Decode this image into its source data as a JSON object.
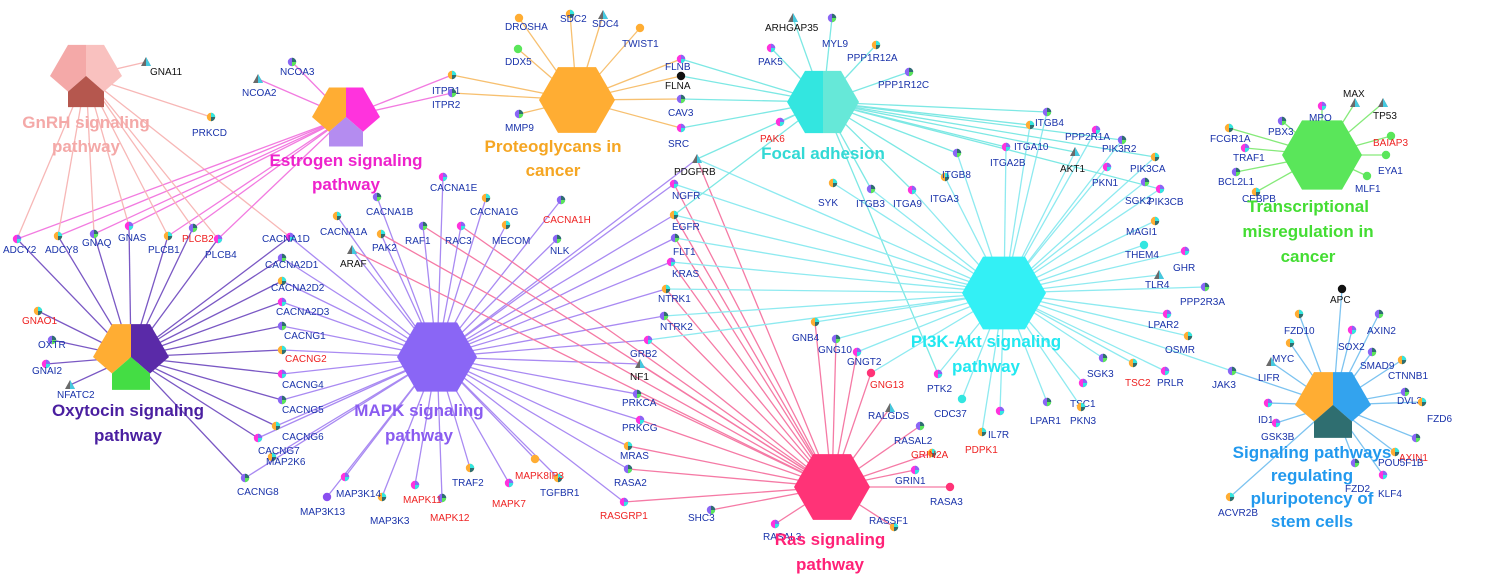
{
  "colors": {
    "gnrh": "#f4a9a8",
    "estrogen": "#ff33dd",
    "proteoglycans": "#ffad33",
    "focal": "#33e6e0",
    "pi3k": "#33f0f5",
    "mapk": "#8a66f5",
    "oxytocin": "#5a2aa8",
    "ras": "#ff3377",
    "transcriptional": "#5ae65a",
    "pluripotency": "#33a3ee",
    "gene_blue": "#1a33aa",
    "gene_red": "#ee2222",
    "gene_black": "#111111"
  },
  "pathways": [
    {
      "id": "gnrh",
      "lines": [
        "GnRH signaling",
        "pathway"
      ],
      "color": "#f4a9a8",
      "edge": "#f7b7b6",
      "slices": [
        "#f4a9a8",
        "#f9c1bf",
        "#b5574e"
      ]
    },
    {
      "id": "estrogen",
      "lines": [
        "Estrogen signaling",
        "pathway"
      ],
      "color": "#ee22cc",
      "edge": "#f27be0",
      "slices": [
        "#ffad33",
        "#ff33dd",
        "#b48cf0"
      ]
    },
    {
      "id": "proteoglycans",
      "lines": [
        "Proteoglycans in",
        "cancer"
      ],
      "color": "#f5a623",
      "edge": "#f7c070",
      "slices": [
        "#ffad33"
      ]
    },
    {
      "id": "focal",
      "lines": [
        "Focal adhesion"
      ],
      "color": "#33d9d5",
      "edge": "#7de8e4",
      "slices": [
        "#33e6e0",
        "#66e8d8"
      ]
    },
    {
      "id": "transcriptional",
      "lines": [
        "Transcriptional",
        "misregulation in",
        "cancer"
      ],
      "color": "#44dd33",
      "edge": "#86ea7a",
      "slices": [
        "#5ae65a"
      ]
    },
    {
      "id": "oxytocin",
      "lines": [
        "Oxytocin signaling",
        "pathway"
      ],
      "color": "#4a1fa0",
      "edge": "#7a58c4",
      "slices": [
        "#ffad33",
        "#5a2aa8",
        "#44dd44"
      ]
    },
    {
      "id": "mapk",
      "lines": [
        "MAPK signaling",
        "pathway"
      ],
      "color": "#8a5cf0",
      "edge": "#a98af2",
      "slices": [
        "#8a66f5"
      ]
    },
    {
      "id": "pi3k",
      "lines": [
        "PI3K-Akt signaling",
        "pathway"
      ],
      "color": "#22e8f0",
      "edge": "#8eeaf0",
      "slices": [
        "#33f0f5"
      ]
    },
    {
      "id": "ras",
      "lines": [
        "Ras signaling",
        "pathway"
      ],
      "color": "#ff2277",
      "edge": "#f57aa5",
      "slices": [
        "#ff3377"
      ]
    },
    {
      "id": "pluripotency",
      "lines": [
        "Signaling pathways",
        "regulating",
        "pluripotency of",
        "stem cells"
      ],
      "color": "#2299ee",
      "edge": "#7cc3f0",
      "slices": [
        "#ffad33",
        "#33a3ee",
        "#2f6e70"
      ]
    }
  ],
  "genes": [
    {
      "name": "GNA11",
      "c": "k",
      "p": [
        "gnrh"
      ]
    },
    {
      "name": "PRKCD",
      "c": "b",
      "p": [
        "gnrh"
      ]
    },
    {
      "name": "NCOA3",
      "c": "b",
      "p": [
        "estrogen"
      ]
    },
    {
      "name": "NCOA2",
      "c": "b",
      "p": [
        "estrogen"
      ]
    },
    {
      "name": "ITPR1",
      "c": "b",
      "p": [
        "estrogen",
        "proteoglycans"
      ]
    },
    {
      "name": "ITPR2",
      "c": "b",
      "p": [
        "estrogen",
        "proteoglycans"
      ]
    },
    {
      "name": "DROSHA",
      "c": "b",
      "p": [
        "proteoglycans"
      ]
    },
    {
      "name": "SDC2",
      "c": "b",
      "p": [
        "proteoglycans"
      ]
    },
    {
      "name": "SDC4",
      "c": "b",
      "p": [
        "proteoglycans"
      ]
    },
    {
      "name": "TWIST1",
      "c": "b",
      "p": [
        "proteoglycans"
      ]
    },
    {
      "name": "DDX5",
      "c": "b",
      "p": [
        "proteoglycans"
      ]
    },
    {
      "name": "MMP9",
      "c": "b",
      "p": [
        "proteoglycans"
      ]
    },
    {
      "name": "FLNB",
      "c": "b",
      "p": [
        "proteoglycans",
        "focal"
      ]
    },
    {
      "name": "FLNA",
      "c": "k",
      "p": [
        "proteoglycans",
        "focal"
      ]
    },
    {
      "name": "CAV3",
      "c": "b",
      "p": [
        "proteoglycans",
        "focal"
      ]
    },
    {
      "name": "SRC",
      "c": "b",
      "p": [
        "proteoglycans",
        "focal"
      ]
    },
    {
      "name": "ARHGAP35",
      "c": "k",
      "p": [
        "focal"
      ]
    },
    {
      "name": "MYL9",
      "c": "b",
      "p": [
        "focal"
      ]
    },
    {
      "name": "PAK5",
      "c": "b",
      "p": [
        "focal"
      ]
    },
    {
      "name": "PPP1R12A",
      "c": "b",
      "p": [
        "focal"
      ]
    },
    {
      "name": "PPP1R12C",
      "c": "b",
      "p": [
        "focal"
      ]
    },
    {
      "name": "PAK6",
      "c": "r",
      "p": [
        "focal"
      ]
    },
    {
      "name": "SYK",
      "c": "b",
      "p": [
        "pi3k"
      ]
    },
    {
      "name": "ITGB3",
      "c": "b",
      "p": [
        "focal",
        "pi3k"
      ]
    },
    {
      "name": "ITGA9",
      "c": "b",
      "p": [
        "focal",
        "pi3k"
      ]
    },
    {
      "name": "ITGA3",
      "c": "b",
      "p": [
        "focal",
        "pi3k"
      ]
    },
    {
      "name": "ITGB8",
      "c": "b",
      "p": [
        "focal",
        "pi3k"
      ]
    },
    {
      "name": "ITGA2B",
      "c": "b",
      "p": [
        "focal",
        "pi3k"
      ]
    },
    {
      "name": "ITGA10",
      "c": "b",
      "p": [
        "focal",
        "pi3k"
      ]
    },
    {
      "name": "ITGB4",
      "c": "b",
      "p": [
        "focal",
        "pi3k"
      ]
    },
    {
      "name": "PPP2R1A",
      "c": "b",
      "p": [
        "pi3k"
      ]
    },
    {
      "name": "AKT1",
      "c": "k",
      "p": [
        "focal",
        "pi3k"
      ]
    },
    {
      "name": "PIK3R2",
      "c": "b",
      "p": [
        "focal",
        "pi3k"
      ]
    },
    {
      "name": "PKN1",
      "c": "b",
      "p": [
        "pi3k"
      ]
    },
    {
      "name": "PIK3CA",
      "c": "b",
      "p": [
        "focal",
        "pi3k"
      ]
    },
    {
      "name": "SGK2",
      "c": "b",
      "p": [
        "pi3k"
      ]
    },
    {
      "name": "PIK3CB",
      "c": "b",
      "p": [
        "focal",
        "pi3k"
      ]
    },
    {
      "name": "MAGI1",
      "c": "b",
      "p": [
        "pi3k"
      ]
    },
    {
      "name": "THEM4",
      "c": "b",
      "p": [
        "pi3k"
      ]
    },
    {
      "name": "GHR",
      "c": "b",
      "p": [
        "pi3k"
      ]
    },
    {
      "name": "TLR4",
      "c": "b",
      "p": [
        "pi3k"
      ]
    },
    {
      "name": "PPP2R3A",
      "c": "b",
      "p": [
        "pi3k"
      ]
    },
    {
      "name": "LPAR2",
      "c": "b",
      "p": [
        "pi3k"
      ]
    },
    {
      "name": "OSMR",
      "c": "b",
      "p": [
        "pi3k"
      ]
    },
    {
      "name": "JAK3",
      "c": "b",
      "p": [
        "pi3k",
        "pluripotency"
      ]
    },
    {
      "name": "PRLR",
      "c": "b",
      "p": [
        "pi3k"
      ]
    },
    {
      "name": "TSC2",
      "c": "r",
      "p": [
        "pi3k"
      ]
    },
    {
      "name": "SGK3",
      "c": "b",
      "p": [
        "pi3k"
      ]
    },
    {
      "name": "TSC1",
      "c": "b",
      "p": [
        "pi3k"
      ]
    },
    {
      "name": "PKN3",
      "c": "b",
      "p": [
        "pi3k"
      ]
    },
    {
      "name": "LPAR1",
      "c": "b",
      "p": [
        "pi3k"
      ]
    },
    {
      "name": "IL7R",
      "c": "b",
      "p": [
        "pi3k"
      ]
    },
    {
      "name": "PDPK1",
      "c": "r",
      "p": [
        "pi3k"
      ]
    },
    {
      "name": "CDC37",
      "c": "b",
      "p": [
        "pi3k"
      ]
    },
    {
      "name": "PTK2",
      "c": "b",
      "p": [
        "focal",
        "pi3k"
      ]
    },
    {
      "name": "GNB4",
      "c": "b",
      "p": [
        "pi3k",
        "ras"
      ]
    },
    {
      "name": "GNG10",
      "c": "b",
      "p": [
        "pi3k",
        "ras"
      ]
    },
    {
      "name": "GNGT2",
      "c": "b",
      "p": [
        "pi3k",
        "ras"
      ]
    },
    {
      "name": "GNG13",
      "c": "r",
      "p": [
        "pi3k",
        "ras"
      ]
    },
    {
      "name": "PDGFRB",
      "c": "k",
      "p": [
        "mapk",
        "pi3k",
        "ras",
        "focal"
      ]
    },
    {
      "name": "NGFR",
      "c": "b",
      "p": [
        "mapk",
        "pi3k",
        "ras"
      ]
    },
    {
      "name": "EGFR",
      "c": "b",
      "p": [
        "mapk",
        "pi3k",
        "ras",
        "focal"
      ]
    },
    {
      "name": "FLT1",
      "c": "b",
      "p": [
        "mapk",
        "pi3k",
        "ras"
      ]
    },
    {
      "name": "KRAS",
      "c": "b",
      "p": [
        "mapk",
        "pi3k",
        "ras"
      ]
    },
    {
      "name": "NTRK1",
      "c": "b",
      "p": [
        "mapk",
        "pi3k",
        "ras"
      ]
    },
    {
      "name": "NTRK2",
      "c": "b",
      "p": [
        "mapk",
        "pi3k",
        "ras"
      ]
    },
    {
      "name": "GRB2",
      "c": "b",
      "p": [
        "mapk",
        "pi3k",
        "ras"
      ]
    },
    {
      "name": "NF1",
      "c": "k",
      "p": [
        "mapk",
        "ras"
      ]
    },
    {
      "name": "PRKCA",
      "c": "b",
      "p": [
        "mapk",
        "ras"
      ]
    },
    {
      "name": "PRKCG",
      "c": "b",
      "p": [
        "mapk",
        "ras"
      ]
    },
    {
      "name": "MRAS",
      "c": "b",
      "p": [
        "mapk",
        "ras"
      ]
    },
    {
      "name": "RASA2",
      "c": "b",
      "p": [
        "mapk",
        "ras"
      ]
    },
    {
      "name": "RASGRP1",
      "c": "r",
      "p": [
        "mapk",
        "ras"
      ]
    },
    {
      "name": "TGFBR1",
      "c": "b",
      "p": [
        "mapk"
      ]
    },
    {
      "name": "MAPK8IP3",
      "c": "r",
      "p": [
        "mapk"
      ]
    },
    {
      "name": "MAPK7",
      "c": "r",
      "p": [
        "mapk"
      ]
    },
    {
      "name": "TRAF2",
      "c": "b",
      "p": [
        "mapk"
      ]
    },
    {
      "name": "MAPK12",
      "c": "r",
      "p": [
        "mapk"
      ]
    },
    {
      "name": "MAPK11",
      "c": "r",
      "p": [
        "mapk"
      ]
    },
    {
      "name": "MAP3K3",
      "c": "b",
      "p": [
        "mapk"
      ]
    },
    {
      "name": "MAP3K13",
      "c": "b",
      "p": [
        "mapk"
      ]
    },
    {
      "name": "MAP3K14",
      "c": "b",
      "p": [
        "mapk"
      ]
    },
    {
      "name": "MAP2K6",
      "c": "b",
      "p": [
        "mapk"
      ]
    },
    {
      "name": "CACNG8",
      "c": "b",
      "p": [
        "mapk",
        "oxytocin"
      ]
    },
    {
      "name": "CACNG7",
      "c": "b",
      "p": [
        "mapk",
        "oxytocin"
      ]
    },
    {
      "name": "CACNG6",
      "c": "b",
      "p": [
        "mapk",
        "oxytocin"
      ]
    },
    {
      "name": "CACNG5",
      "c": "b",
      "p": [
        "mapk",
        "oxytocin"
      ]
    },
    {
      "name": "CACNG4",
      "c": "b",
      "p": [
        "mapk",
        "oxytocin"
      ]
    },
    {
      "name": "CACNG2",
      "c": "r",
      "p": [
        "mapk",
        "oxytocin"
      ]
    },
    {
      "name": "CACNG1",
      "c": "b",
      "p": [
        "mapk",
        "oxytocin"
      ]
    },
    {
      "name": "CACNA2D3",
      "c": "b",
      "p": [
        "mapk",
        "oxytocin"
      ]
    },
    {
      "name": "CACNA2D2",
      "c": "b",
      "p": [
        "mapk",
        "oxytocin"
      ]
    },
    {
      "name": "CACNA2D1",
      "c": "b",
      "p": [
        "mapk",
        "oxytocin"
      ]
    },
    {
      "name": "CACNA1D",
      "c": "b",
      "p": [
        "mapk",
        "oxytocin",
        "gnrh"
      ]
    },
    {
      "name": "CACNA1A",
      "c": "b",
      "p": [
        "mapk"
      ]
    },
    {
      "name": "CACNA1B",
      "c": "b",
      "p": [
        "mapk"
      ]
    },
    {
      "name": "CACNA1E",
      "c": "b",
      "p": [
        "mapk"
      ]
    },
    {
      "name": "CACNA1G",
      "c": "b",
      "p": [
        "mapk"
      ]
    },
    {
      "name": "CACNA1H",
      "c": "r",
      "p": [
        "mapk"
      ]
    },
    {
      "name": "ARAF",
      "c": "k",
      "p": [
        "mapk",
        "ras"
      ]
    },
    {
      "name": "PAK2",
      "c": "b",
      "p": [
        "mapk",
        "ras"
      ]
    },
    {
      "name": "RAF1",
      "c": "b",
      "p": [
        "mapk",
        "ras"
      ]
    },
    {
      "name": "RAC3",
      "c": "b",
      "p": [
        "mapk",
        "ras"
      ]
    },
    {
      "name": "MECOM",
      "c": "b",
      "p": [
        "mapk"
      ]
    },
    {
      "name": "NLK",
      "c": "b",
      "p": [
        "mapk"
      ]
    },
    {
      "name": "ADCY2",
      "c": "b",
      "p": [
        "gnrh",
        "estrogen",
        "oxytocin"
      ]
    },
    {
      "name": "ADCY8",
      "c": "b",
      "p": [
        "gnrh",
        "estrogen",
        "oxytocin"
      ]
    },
    {
      "name": "GNAQ",
      "c": "b",
      "p": [
        "gnrh",
        "estrogen",
        "oxytocin"
      ]
    },
    {
      "name": "GNAS",
      "c": "b",
      "p": [
        "gnrh",
        "estrogen",
        "oxytocin"
      ]
    },
    {
      "name": "PLCB1",
      "c": "b",
      "p": [
        "gnrh",
        "estrogen",
        "oxytocin"
      ]
    },
    {
      "name": "PLCB2",
      "c": "r",
      "p": [
        "gnrh",
        "estrogen",
        "oxytocin"
      ]
    },
    {
      "name": "PLCB4",
      "c": "b",
      "p": [
        "gnrh",
        "estrogen",
        "oxytocin"
      ]
    },
    {
      "name": "GNAO1",
      "c": "r",
      "p": [
        "oxytocin"
      ]
    },
    {
      "name": "OXTR",
      "c": "b",
      "p": [
        "oxytocin"
      ]
    },
    {
      "name": "GNAI2",
      "c": "b",
      "p": [
        "oxytocin"
      ]
    },
    {
      "name": "NFATC2",
      "c": "b",
      "p": [
        "oxytocin"
      ]
    },
    {
      "name": "SHC3",
      "c": "b",
      "p": [
        "ras"
      ]
    },
    {
      "name": "RASAL3",
      "c": "b",
      "p": [
        "ras"
      ]
    },
    {
      "name": "RASSF1",
      "c": "b",
      "p": [
        "ras"
      ]
    },
    {
      "name": "RASA3",
      "c": "b",
      "p": [
        "ras"
      ]
    },
    {
      "name": "GRIN1",
      "c": "b",
      "p": [
        "ras"
      ]
    },
    {
      "name": "GRIN2A",
      "c": "r",
      "p": [
        "ras"
      ]
    },
    {
      "name": "RASAL2",
      "c": "b",
      "p": [
        "ras"
      ]
    },
    {
      "name": "RALGDS",
      "c": "b",
      "p": [
        "ras"
      ]
    },
    {
      "name": "FCGR1A",
      "c": "b",
      "p": [
        "transcriptional"
      ]
    },
    {
      "name": "PBX3",
      "c": "b",
      "p": [
        "transcriptional"
      ]
    },
    {
      "name": "MPO",
      "c": "b",
      "p": [
        "transcriptional"
      ]
    },
    {
      "name": "MAX",
      "c": "k",
      "p": [
        "transcriptional"
      ]
    },
    {
      "name": "TP53",
      "c": "k",
      "p": [
        "transcriptional"
      ]
    },
    {
      "name": "TRAF1",
      "c": "b",
      "p": [
        "transcriptional"
      ]
    },
    {
      "name": "BAIAP3",
      "c": "r",
      "p": [
        "transcriptional"
      ]
    },
    {
      "name": "BCL2L1",
      "c": "b",
      "p": [
        "transcriptional"
      ]
    },
    {
      "name": "EYA1",
      "c": "b",
      "p": [
        "transcriptional"
      ]
    },
    {
      "name": "CEBPB",
      "c": "b",
      "p": [
        "transcriptional"
      ]
    },
    {
      "name": "MLF1",
      "c": "b",
      "p": [
        "transcriptional"
      ]
    },
    {
      "name": "APC",
      "c": "k",
      "p": [
        "pluripotency"
      ]
    },
    {
      "name": "FZD10",
      "c": "b",
      "p": [
        "pluripotency"
      ]
    },
    {
      "name": "AXIN2",
      "c": "b",
      "p": [
        "pluripotency"
      ]
    },
    {
      "name": "SOX2",
      "c": "b",
      "p": [
        "pluripotency"
      ]
    },
    {
      "name": "MYC",
      "c": "b",
      "p": [
        "pluripotency"
      ]
    },
    {
      "name": "SMAD9",
      "c": "b",
      "p": [
        "pluripotency"
      ]
    },
    {
      "name": "LIFR",
      "c": "b",
      "p": [
        "pluripotency"
      ]
    },
    {
      "name": "CTNNB1",
      "c": "b",
      "p": [
        "pluripotency"
      ]
    },
    {
      "name": "DVL3",
      "c": "b",
      "p": [
        "pluripotency"
      ]
    },
    {
      "name": "ID1",
      "c": "b",
      "p": [
        "pluripotency"
      ]
    },
    {
      "name": "FZD6",
      "c": "b",
      "p": [
        "pluripotency"
      ]
    },
    {
      "name": "AXIN1",
      "c": "r",
      "p": [
        "pluripotency"
      ]
    },
    {
      "name": "GSK3B",
      "c": "b",
      "p": [
        "pluripotency"
      ]
    },
    {
      "name": "POU5F1B",
      "c": "b",
      "p": [
        "pluripotency"
      ]
    },
    {
      "name": "FZD2",
      "c": "b",
      "p": [
        "pluripotency"
      ]
    },
    {
      "name": "KLF4",
      "c": "b",
      "p": [
        "pluripotency"
      ]
    },
    {
      "name": "ACVR2B",
      "c": "b",
      "p": [
        "pluripotency"
      ]
    }
  ]
}
